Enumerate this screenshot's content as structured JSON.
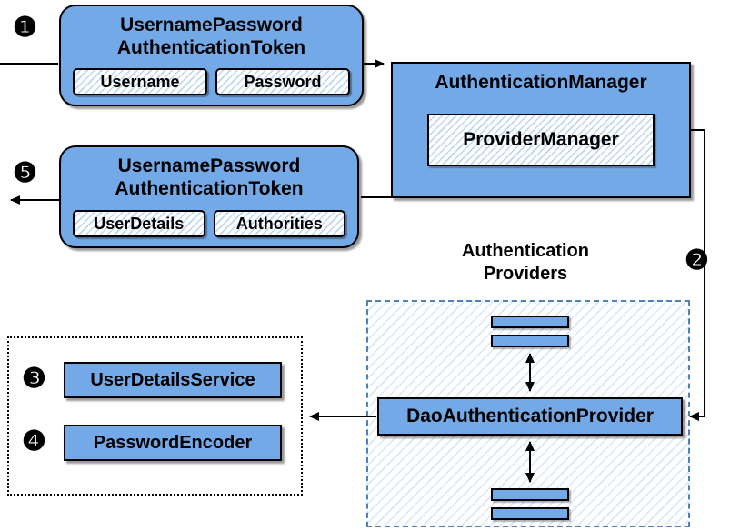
{
  "badges": {
    "step1": "❶",
    "step2": "❷",
    "step3": "❸",
    "step4": "❹",
    "step5": "❺"
  },
  "token_request": {
    "title_line1": "UsernamePassword",
    "title_line2": "AuthenticationToken",
    "fields": [
      "Username",
      "Password"
    ]
  },
  "auth_manager": {
    "title": "AuthenticationManager",
    "inner_label": "ProviderManager"
  },
  "token_response": {
    "title_line1": "UsernamePassword",
    "title_line2": "AuthenticationToken",
    "fields": [
      "UserDetails",
      "Authorities"
    ]
  },
  "providers": {
    "label_line1": "Authentication",
    "label_line2": "Providers",
    "dao_label": "DaoAuthenticationProvider"
  },
  "services": {
    "user_details_service": "UserDetailsService",
    "password_encoder": "PasswordEncoder"
  },
  "colors": {
    "node_fill": "#74a9e8",
    "hatch_line": "#bcd6f0",
    "dashed_border": "#4f81bd",
    "line_color": "#000000"
  }
}
